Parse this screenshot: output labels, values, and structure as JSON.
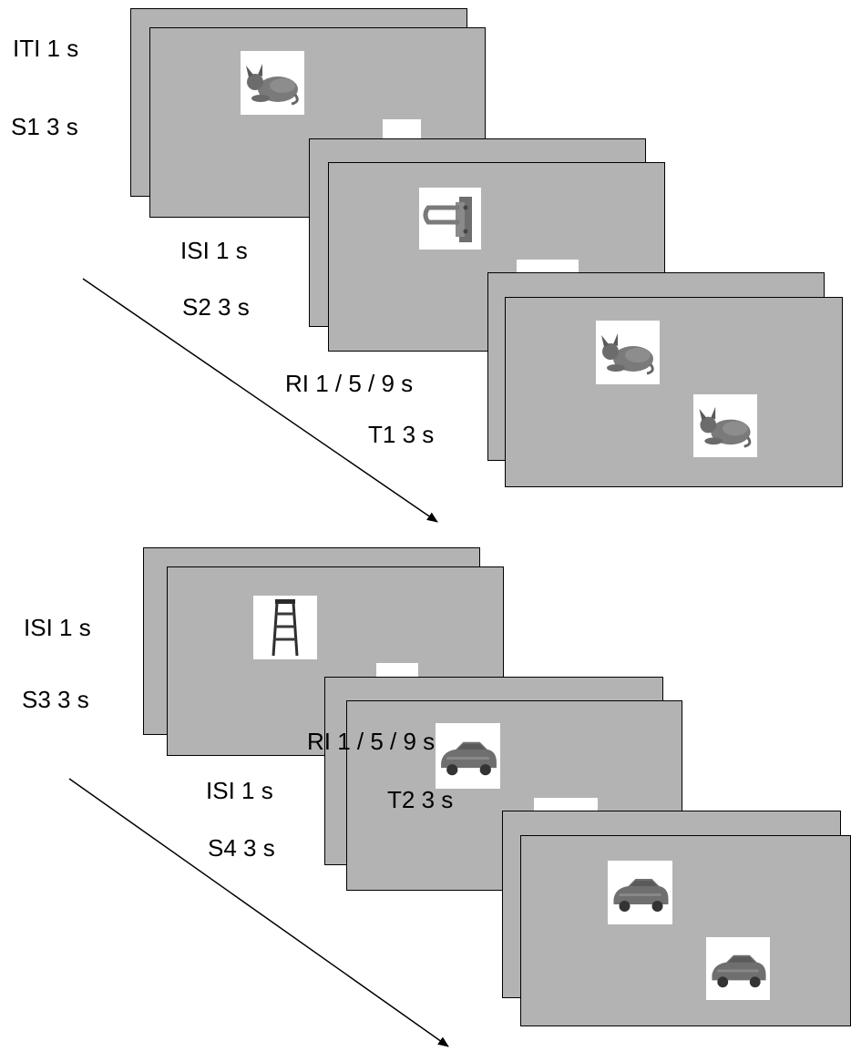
{
  "panels": [
    {
      "labels": {
        "iti": "ITI 1 s",
        "s_first": "S1 3 s",
        "isi": "ISI 1 s",
        "s_second": "S2 3 s",
        "ri": "RI 1 / 5 / 9 s",
        "test": "T1 3 s"
      },
      "stimuli": [
        "cat",
        "lock",
        "cat",
        "cat"
      ]
    },
    {
      "labels": {
        "isi_first": "ISI 1 s",
        "s_first": "S3 3 s",
        "isi": "ISI 1 s",
        "s_second": "S4 3 s",
        "ri": "RI 1 / 5 / 9 s",
        "test": "T2 3 s"
      },
      "stimuli": [
        "ladder",
        "car",
        "car",
        "car"
      ]
    }
  ],
  "colors": {
    "screen": "#b3b3b3",
    "stimulus_bg": "#ffffff",
    "line": "#000000"
  }
}
